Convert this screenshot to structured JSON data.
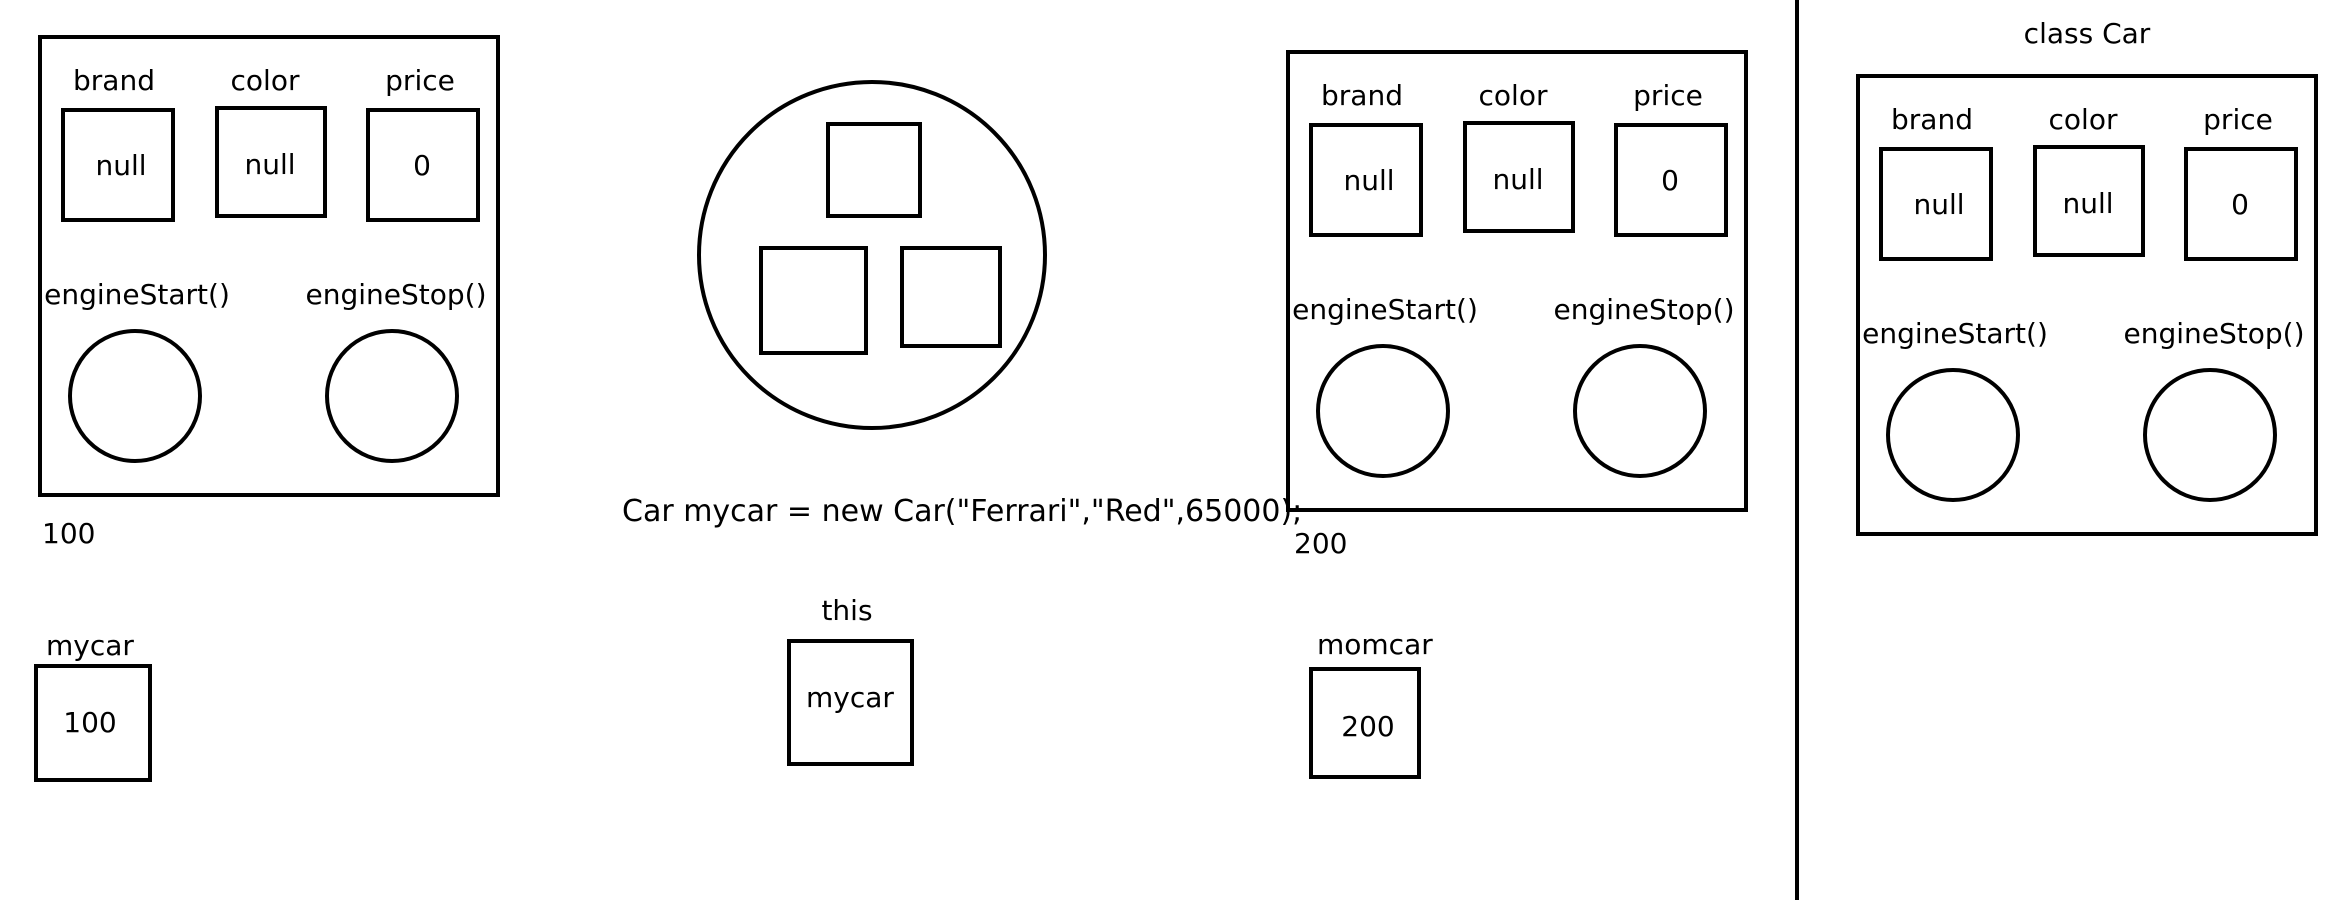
{
  "objects": [
    {
      "address_label": "100",
      "fields": [
        {
          "label": "brand",
          "value": "null"
        },
        {
          "label": "color",
          "value": "null"
        },
        {
          "label": "price",
          "value": "0"
        }
      ],
      "methods": [
        "engineStart()",
        "engineStop()"
      ]
    },
    {
      "address_label": "200",
      "fields": [
        {
          "label": "brand",
          "value": "null"
        },
        {
          "label": "color",
          "value": "null"
        },
        {
          "label": "price",
          "value": "0"
        }
      ],
      "methods": [
        "engineStart()",
        "engineStop()"
      ]
    }
  ],
  "class_template": {
    "title": "class Car",
    "fields": [
      {
        "label": "brand",
        "value": "null"
      },
      {
        "label": "color",
        "value": "null"
      },
      {
        "label": "price",
        "value": "0"
      }
    ],
    "methods": [
      "engineStart()",
      "engineStop()"
    ]
  },
  "constructor_call": "Car mycar =  new Car(\"Ferrari\",\"Red\",65000);",
  "variables": [
    {
      "label": "mycar",
      "value": "100"
    },
    {
      "label": "this",
      "value": "mycar"
    },
    {
      "label": "momcar",
      "value": "200"
    }
  ]
}
